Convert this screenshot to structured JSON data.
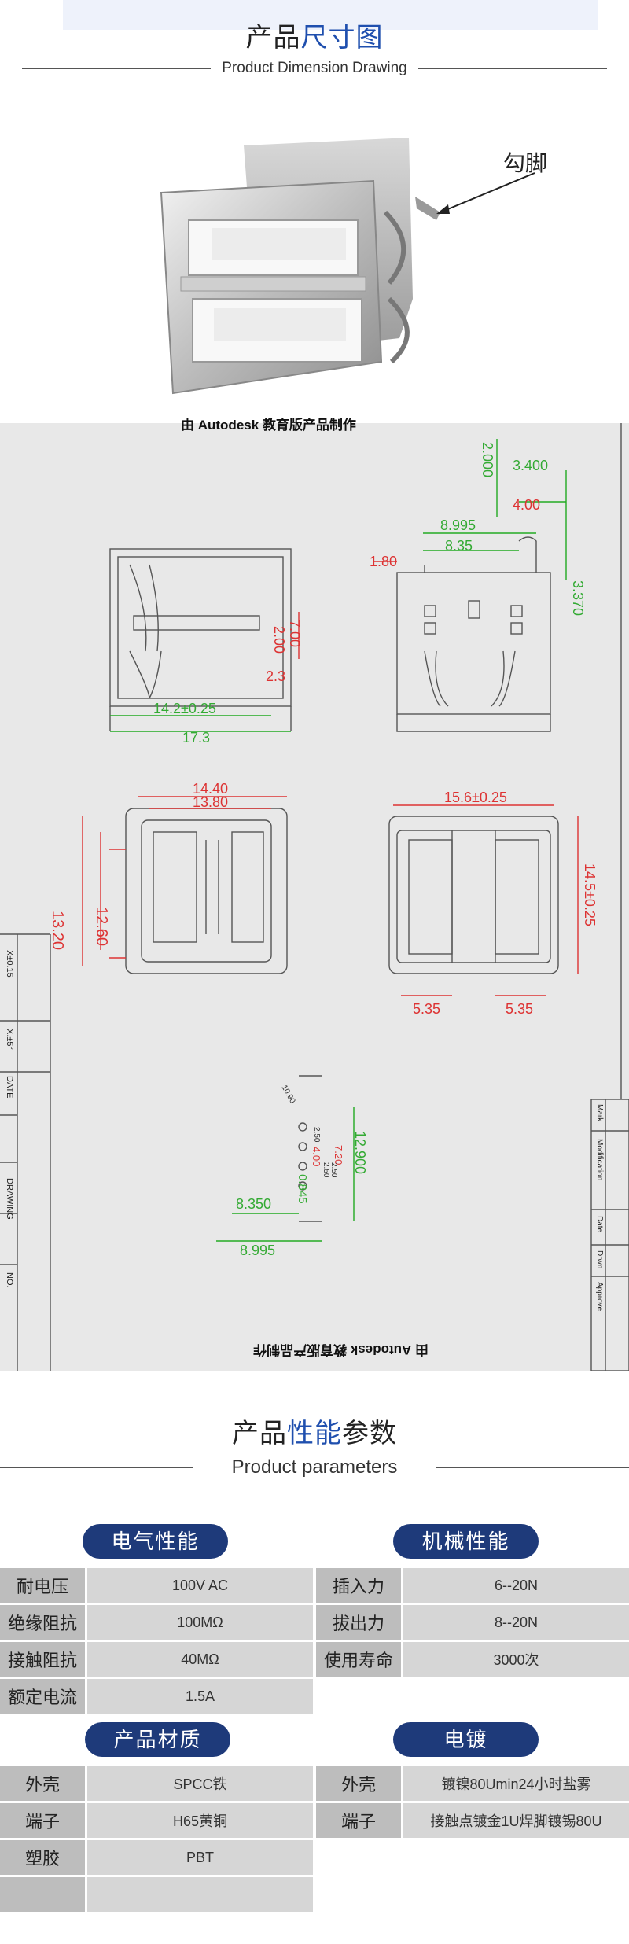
{
  "dimension_section": {
    "title_plain": "产品",
    "title_accent": "尺寸图",
    "subtitle": "Product Dimension Drawing",
    "hook_label": "勾脚"
  },
  "drawing": {
    "watermark_top": "由 Autodesk 教育版产品制作",
    "watermark_bottom": "由 Autodesk 教育版产品制作",
    "side_view": {
      "dims": [
        "14.2±0.25",
        "17.3",
        "7.00",
        "2.00",
        "2.3"
      ]
    },
    "end_view": {
      "dims": [
        "2.000",
        "3.400",
        "8.995",
        "4.00",
        "8.35",
        "1.80",
        "3.370"
      ]
    },
    "top_view": {
      "dims": [
        "14.40",
        "13.80",
        "13.20",
        "12.60"
      ]
    },
    "front_view": {
      "dims": [
        "15.6±0.25",
        "14.5±0.25",
        "5.35",
        "5.35"
      ]
    },
    "pin_view": {
      "dims": [
        "12.900",
        "8.350",
        "8.995",
        "0.845",
        "2.50",
        "2.50",
        "4.00",
        "7.20",
        "2.50",
        "10.90"
      ]
    },
    "title_block_left": [
      "X±0.15",
      "X.±5°",
      "DATE",
      "DRAWING",
      "NO."
    ],
    "title_block_right": [
      "Mark",
      "Modification",
      "Date",
      "Drwn",
      "Approve"
    ]
  },
  "params_section": {
    "title_plain1": "产品",
    "title_accent": "性能",
    "title_plain2": "参数",
    "subtitle": "Product parameters"
  },
  "electrical": {
    "heading": "电气性能",
    "rows": [
      {
        "k": "耐电压",
        "v": "100V AC"
      },
      {
        "k": "绝缘阻抗",
        "v": "100MΩ"
      },
      {
        "k": "接触阻抗",
        "v": "40MΩ"
      },
      {
        "k": "额定电流",
        "v": "1.5A"
      }
    ]
  },
  "mechanical": {
    "heading": "机械性能",
    "rows": [
      {
        "k": "插入力",
        "v": "6--20N"
      },
      {
        "k": "拔出力",
        "v": "8--20N"
      },
      {
        "k": "使用寿命",
        "v": "3000次"
      }
    ]
  },
  "material": {
    "heading": "产品材质",
    "rows": [
      {
        "k": "外壳",
        "v": "SPCC铁"
      },
      {
        "k": "端子",
        "v": "H65黄铜"
      },
      {
        "k": "塑胶",
        "v": "PBT"
      },
      {
        "k": "",
        "v": ""
      }
    ]
  },
  "plating": {
    "heading": "电镀",
    "rows": [
      {
        "k": "外壳",
        "v": "镀镍80Umin24小时盐雾"
      },
      {
        "k": "端子",
        "v": "接触点镀金1U焊脚镀锡80U"
      }
    ]
  }
}
